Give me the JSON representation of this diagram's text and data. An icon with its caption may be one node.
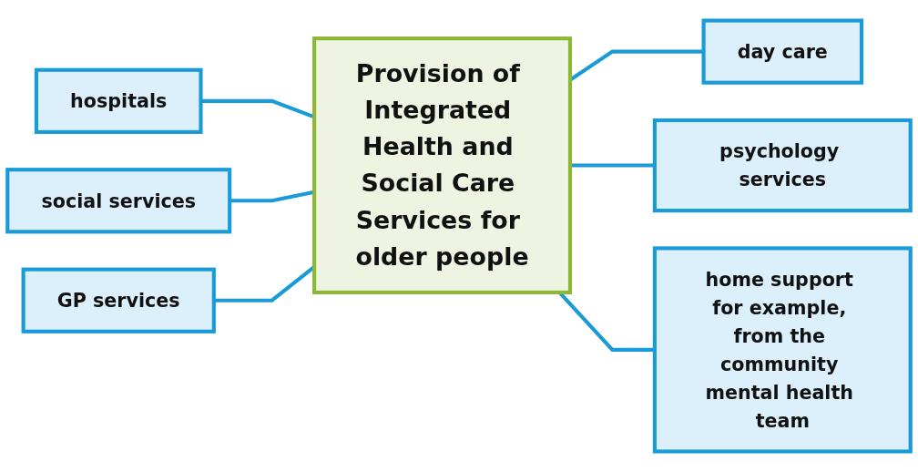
{
  "diagram": {
    "nodes": [
      {
        "text": [
          "Provision of Integrated Health and Social Care Services for older people"
        ]
      },
      {
        "text": [
          "hospitals"
        ]
      },
      {
        "text": [
          "social services"
        ]
      },
      {
        "text": [
          "GP services"
        ]
      },
      {
        "text": [
          "day care"
        ]
      },
      {
        "text": [
          "psychology services"
        ]
      },
      {
        "text": [
          "home support for example, from the community mental health team"
        ]
      }
    ],
    "edges": [
      {
        "from": 1,
        "to": 0,
        "arrow": "none"
      },
      {
        "from": 2,
        "to": 0,
        "arrow": "none"
      },
      {
        "from": 3,
        "to": 0,
        "arrow": "none"
      },
      {
        "from": 0,
        "to": 4,
        "arrow": "none"
      },
      {
        "from": 0,
        "to": 5,
        "arrow": "none"
      },
      {
        "from": 0,
        "to": 6,
        "arrow": "none"
      }
    ]
  }
}
